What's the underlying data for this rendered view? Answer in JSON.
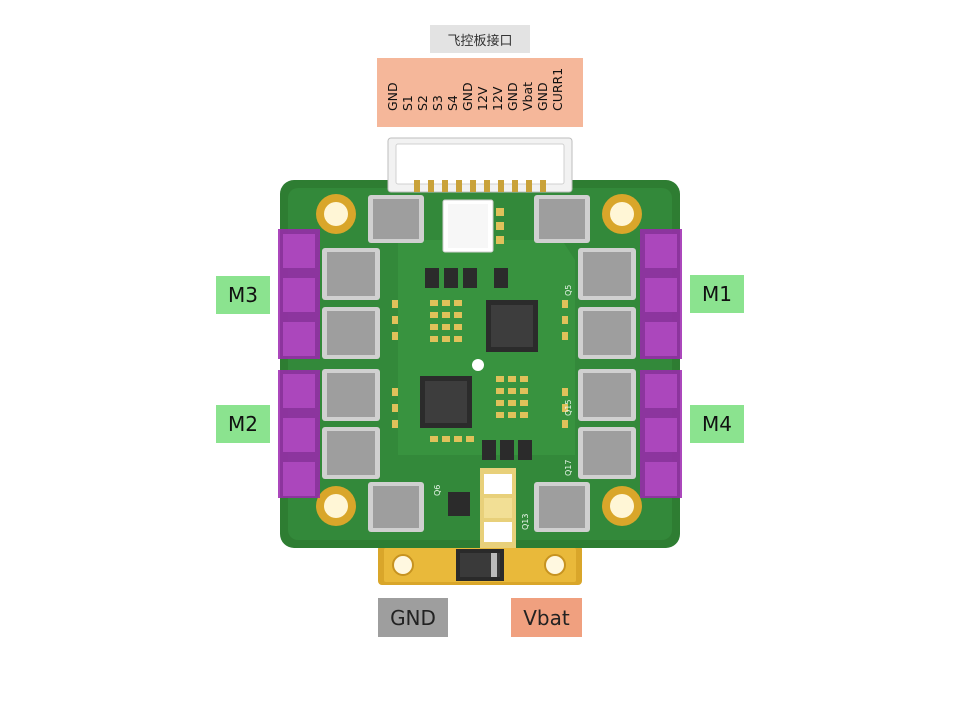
{
  "connector": {
    "title": "飞控板接口",
    "pins": [
      "GND",
      "S1",
      "S2",
      "S3",
      "S4",
      "GND",
      "12V",
      "12V",
      "GND",
      "Vbat",
      "GND",
      "CURR1"
    ]
  },
  "motors": {
    "m1": "M1",
    "m2": "M2",
    "m3": "M3",
    "m4": "M4"
  },
  "power": {
    "gnd": "GND",
    "vbat": "Vbat"
  },
  "silkscreen": {
    "q5": "Q5",
    "q15": "Q15",
    "q17": "Q17",
    "q13": "Q13",
    "q6": "Q6"
  },
  "colors": {
    "pcb": "#2e7d32",
    "pcb_light": "#4caf50",
    "copper": "#d9a62a",
    "motor_pad": "#9c27b0",
    "connector_label_bg": "#f5b79a",
    "motor_label_bg": "#8be38f"
  }
}
